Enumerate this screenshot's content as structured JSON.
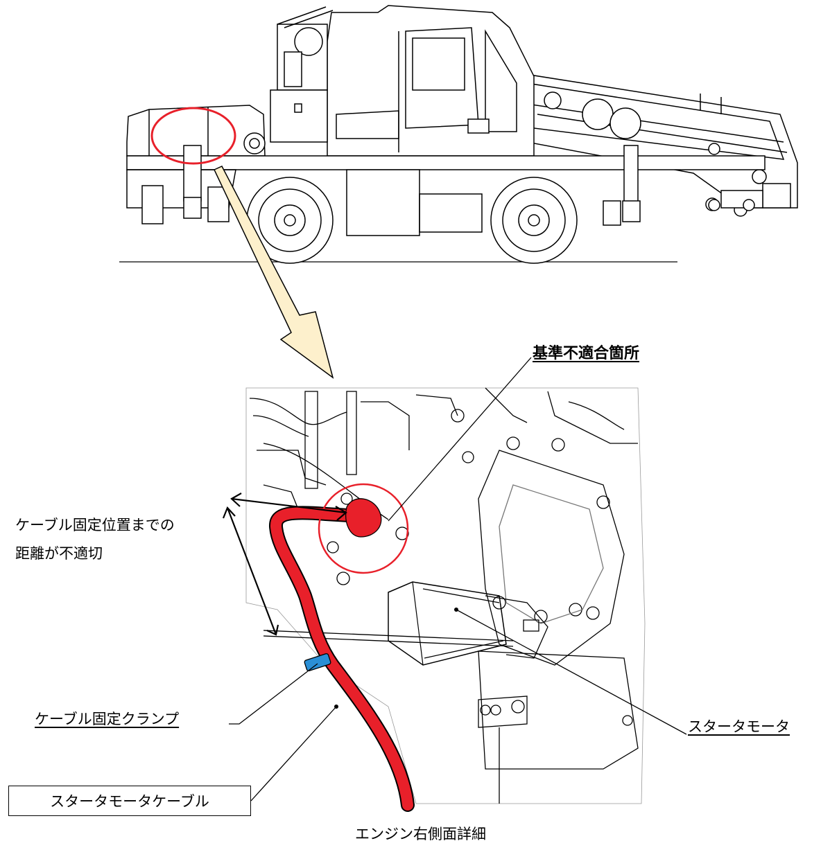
{
  "labels": {
    "noncompliant_location": "基準不適合箇所",
    "distance_note_line1": "ケーブル固定位置までの",
    "distance_note_line2": "距離が不適切",
    "cable_clamp": "ケーブル固定クランプ",
    "starter_motor": "スタータモータ",
    "starter_motor_cable": "スタータモータケーブル",
    "caption": "エンジン右側面詳細"
  },
  "colors": {
    "cable": "#e8202a",
    "clamp": "#2a8fd6",
    "highlight_circle": "#e8202a",
    "zoom_arrow_fill": "#fdf0cc",
    "line": "#000000"
  },
  "icons": {
    "vehicle": "mobile-crane-side-view",
    "engine": "engine-right-side-detail"
  }
}
